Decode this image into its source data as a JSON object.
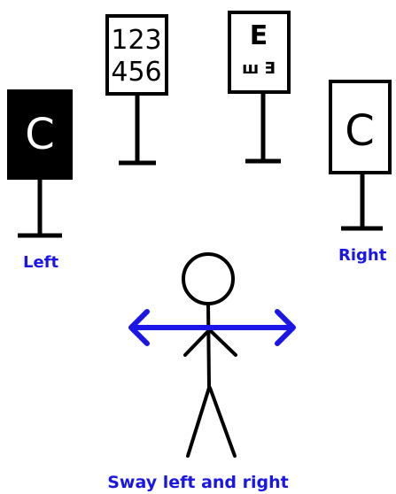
{
  "colors": {
    "ink": "#000000",
    "paper": "#ffffff",
    "accent": "#1a16e8"
  },
  "signs": {
    "left": {
      "letter": "C",
      "inverted": true
    },
    "top_left": {
      "line1": "123",
      "line2": "456"
    },
    "top_right": {
      "line1": "E",
      "line2": "ш ∃"
    },
    "right": {
      "letter": "C",
      "inverted": false
    }
  },
  "labels": {
    "left": "Left",
    "right": "Right",
    "caption": "Sway left and right"
  }
}
